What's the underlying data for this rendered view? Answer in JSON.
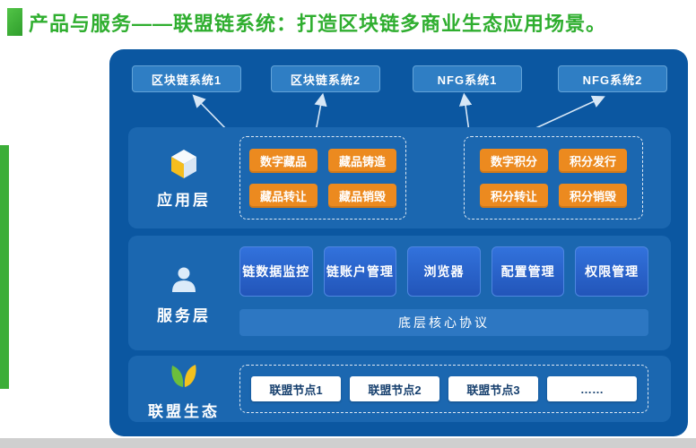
{
  "header": {
    "title": "产品与服务——联盟链系统：打造区块链多商业生态应用场景。"
  },
  "colors": {
    "accent_green": "#3cae38",
    "title_green": "#2fae2f",
    "panel_blue": "#0b57a1",
    "layer_blue": "#1b67b0",
    "system_button_blue": "#2f7ec4",
    "chip_orange": "#ec8a1f",
    "service_button_blue": "#2a66cf",
    "protocol_bar_blue": "#2d77c2",
    "node_button_white": "#ffffff"
  },
  "diagram": {
    "systems": [
      "区块链系统1",
      "区块链系统2",
      "NFG系统1",
      "NFG系统2"
    ],
    "layers": {
      "application": {
        "label": "应用层",
        "icon": "cube-icon",
        "groups": [
          {
            "items": [
              "数字藏品",
              "藏品铸造",
              "藏品转让",
              "藏品销毁"
            ]
          },
          {
            "items": [
              "数字积分",
              "积分发行",
              "积分转让",
              "积分销毁"
            ]
          }
        ]
      },
      "service": {
        "label": "服务层",
        "icon": "user-icon",
        "items": [
          "链数据监控",
          "链账户管理",
          "浏览器",
          "配置管理",
          "权限管理"
        ],
        "protocol": "底层核心协议"
      },
      "ecosystem": {
        "label": "联盟生态",
        "icon": "leaf-icon",
        "nodes": [
          "联盟节点1",
          "联盟节点2",
          "联盟节点3",
          "……"
        ]
      }
    }
  }
}
